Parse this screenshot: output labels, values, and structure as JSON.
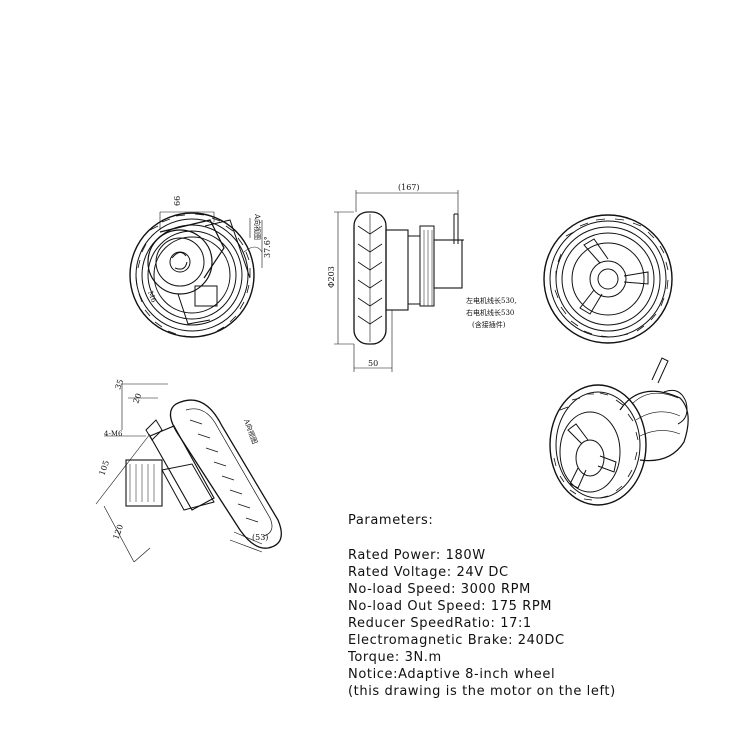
{
  "drawing": {
    "front_view": {
      "dim_top": "66",
      "dim_angle": "37.6°",
      "view_label": "A向视图",
      "hub_label": "M6"
    },
    "side_view": {
      "dim_length": "(167)",
      "dim_diameter": "Φ203",
      "dim_bottom": "50",
      "note_lines": [
        "左电机线长530,",
        "右电机线长530",
        "(含接插件)"
      ]
    },
    "iso_view": {
      "dim_a": "35",
      "dim_b": "20",
      "dim_bolts": "4-M6",
      "dim_c": "105",
      "dim_d": "120",
      "dim_e": "(53)",
      "view_label": "A向视图"
    }
  },
  "parameters": {
    "title": "Parameters:",
    "lines": [
      "Rated Power:  180W",
      "Rated Voltage:  24V DC",
      "No-load Speed:  3000 RPM",
      "No-load Out Speed:  175 RPM",
      "Reducer SpeedRatio:  17:1",
      "Electromagnetic Brake:  240DC",
      "Torque:   3N.m",
      "Notice:Adaptive 8-inch wheel",
      "(this drawing is the motor on the left)"
    ]
  }
}
